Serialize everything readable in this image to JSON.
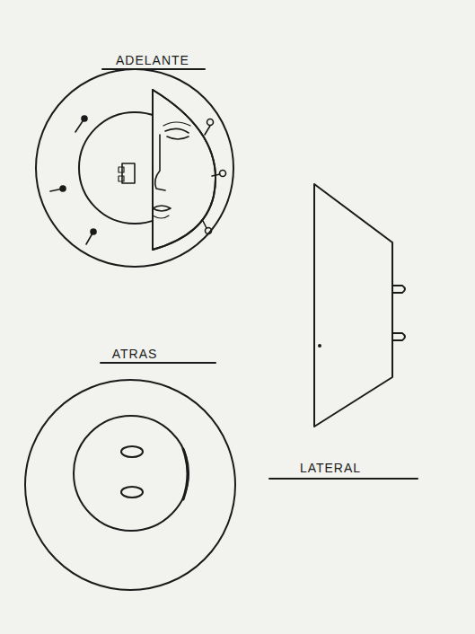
{
  "diagram": {
    "labels": [
      "ADELANTE",
      "ATRAS",
      "LATERAL"
    ]
  }
}
